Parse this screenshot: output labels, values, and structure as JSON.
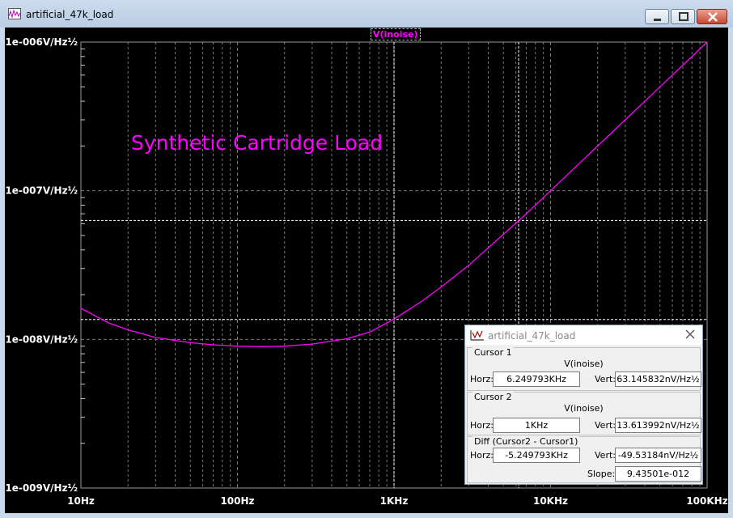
{
  "window": {
    "title": "artificial_47k_load",
    "minimize_icon": "minimize-icon",
    "maximize_icon": "maximize-icon",
    "close_icon": "close-icon"
  },
  "plot": {
    "trace_label": "V(inoise)",
    "annotation": "Synthetic Cartridge Load",
    "colors": {
      "background": "#000000",
      "trace": "#ff00ff",
      "grid": "#7a7a7a",
      "axis_text": "#ffffff"
    }
  },
  "chart_data": {
    "type": "line",
    "title": "",
    "xlabel": "",
    "ylabel": "",
    "x_scale": "log",
    "y_scale": "log",
    "xlim": [
      10,
      100000
    ],
    "ylim": [
      1e-09,
      1e-06
    ],
    "x_tick_labels": [
      "10Hz",
      "100Hz",
      "1KHz",
      "10KHz",
      "100KHz"
    ],
    "y_tick_labels": [
      "1e-006V/Hz½",
      "1e-007V/Hz½",
      "1e-008V/Hz½",
      "1e-009V/Hz½"
    ],
    "grid": true,
    "series": [
      {
        "name": "V(inoise)",
        "x": [
          10,
          15,
          20,
          30,
          50,
          70,
          100,
          150,
          200,
          300,
          500,
          700,
          1000,
          1500,
          2000,
          3000,
          5000,
          7000,
          10000,
          15000,
          20000,
          30000,
          50000,
          70000,
          100000
        ],
        "y": [
          1.62e-08,
          1.29e-08,
          1.16e-08,
          1.03e-08,
          9.5e-09,
          9.2e-09,
          9e-09,
          8.95e-09,
          9e-09,
          9.3e-09,
          1.01e-08,
          1.12e-08,
          1.37e-08,
          1.8e-08,
          2.25e-08,
          3.15e-08,
          5.1e-08,
          7e-08,
          1e-07,
          1.5e-07,
          2e-07,
          3e-07,
          5e-07,
          7e-07,
          1e-06
        ]
      }
    ],
    "cursors": [
      {
        "x": 6249.793,
        "y": 6.3145832e-08
      },
      {
        "x": 1000,
        "y": 1.3613992e-08
      }
    ]
  },
  "cursor_panel": {
    "title": "artificial_47k_load",
    "icon": "cursor-waveform-icon",
    "close_icon": "close-icon",
    "cursor1": {
      "label": "Cursor 1",
      "signal": "V(inoise)",
      "horz_label": "Horz:",
      "horz_value": "6.249793KHz",
      "vert_label": "Vert:",
      "vert_value": "63.145832nV/Hz½"
    },
    "cursor2": {
      "label": "Cursor 2",
      "signal": "V(inoise)",
      "horz_label": "Horz:",
      "horz_value": "1KHz",
      "vert_label": "Vert:",
      "vert_value": "13.613992nV/Hz½"
    },
    "diff": {
      "label": "Diff (Cursor2 - Cursor1)",
      "horz_label": "Horz:",
      "horz_value": "-5.249793KHz",
      "vert_label": "Vert:",
      "vert_value": "-49.53184nV/Hz½",
      "slope_label": "Slope:",
      "slope_value": "9.43501e-012"
    }
  }
}
